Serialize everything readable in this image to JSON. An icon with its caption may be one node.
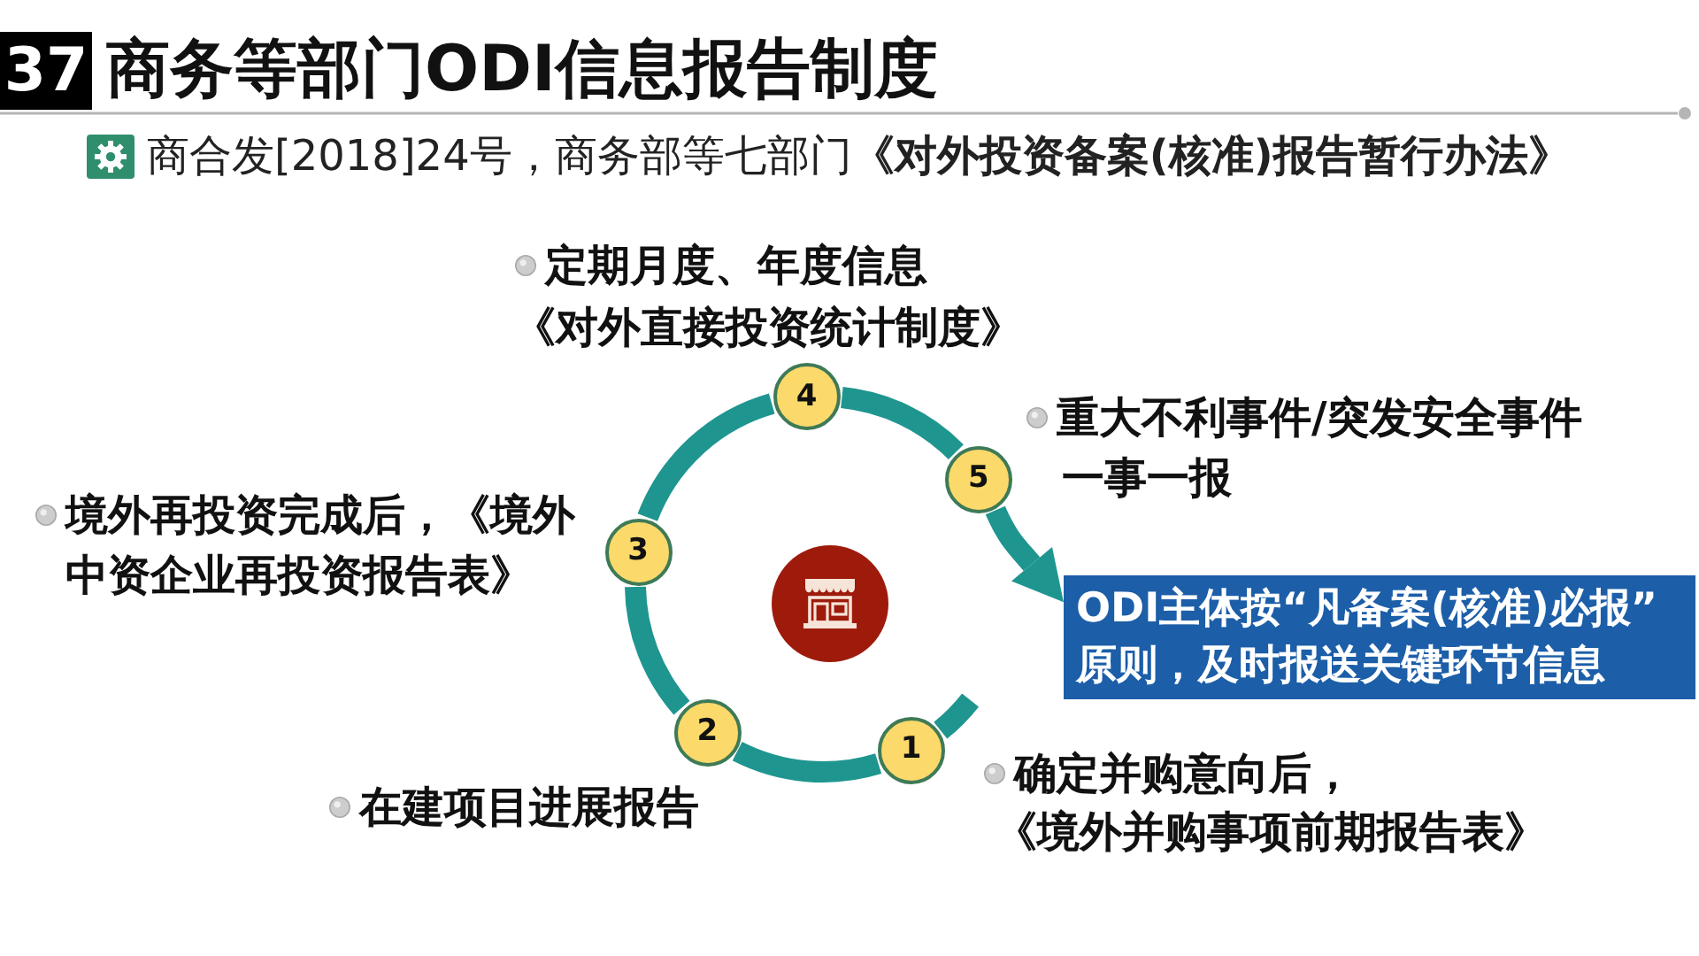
{
  "diagram": {
    "title": "商务等部门ODI信息报告制度",
    "nodes": [
      {
        "text": [
          "1"
        ],
        "beside": [
          "确定并购意向后，",
          "《境外并购事项前期报告表》"
        ]
      },
      {
        "text": [
          "2"
        ],
        "beside": [
          "在建项目进展报告"
        ]
      },
      {
        "text": [
          "3"
        ],
        "beside": [
          "境外再投资完成后，《境外中资企业再投资报告表》"
        ]
      },
      {
        "text": [
          "4"
        ],
        "beside": [
          "定期月度、年度信息",
          "《对外直接投资统计制度》"
        ]
      },
      {
        "text": [
          "5"
        ],
        "beside": [
          "重大不利事件/突发安全事件",
          "一事一报"
        ]
      },
      {
        "text": [
          "ODI主体按“凡备案(核准)必报”原则，及时报送关键环节信息"
        ]
      }
    ],
    "edges": [
      {
        "from": 0,
        "to": 1,
        "arrow": "none"
      },
      {
        "from": 1,
        "to": 2,
        "arrow": "none"
      },
      {
        "from": 2,
        "to": 3,
        "arrow": "none"
      },
      {
        "from": 3,
        "to": 4,
        "arrow": "none"
      },
      {
        "from": 4,
        "to": 5,
        "arrow": "to"
      }
    ],
    "labels": [
      "37",
      "商合发[2018]24号，商务部等七部门**《对外投资备案(核准)报告暂行办法》**"
    ]
  }
}
